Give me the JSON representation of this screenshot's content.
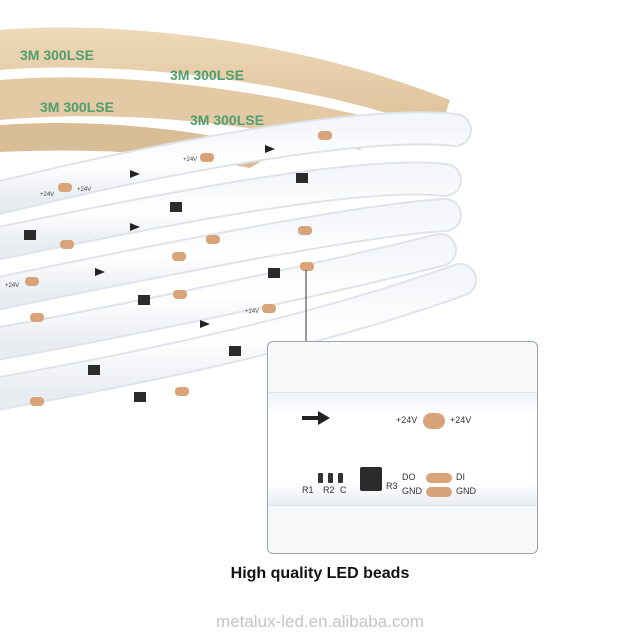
{
  "photo": {
    "backing_tape_text": "3M 300LSE",
    "strip_voltage_label": "+24V",
    "pad_labels": [
      "DO",
      "DI",
      "GND",
      "GND"
    ],
    "component_labels": [
      "R1",
      "R2",
      "C",
      "R3"
    ]
  },
  "callout": {
    "voltage_left": "+24V",
    "voltage_right": "+24V",
    "do_label": "DO",
    "di_label": "DI",
    "gnd_left": "GND",
    "gnd_right": "GND",
    "r1_label": "R1",
    "r2_label": "R2",
    "c_label": "C",
    "r3_label": "R3"
  },
  "caption": "High quality LED beads",
  "watermark": "metalux-led.en.alibaba.com",
  "colors": {
    "background": "#ffffff",
    "backing_tape": "#e7cfad",
    "tape_print": "#4f9e6e",
    "strip": "#ffffff",
    "copper_pad": "#d9a37a",
    "chip": "#2b2b2b"
  }
}
